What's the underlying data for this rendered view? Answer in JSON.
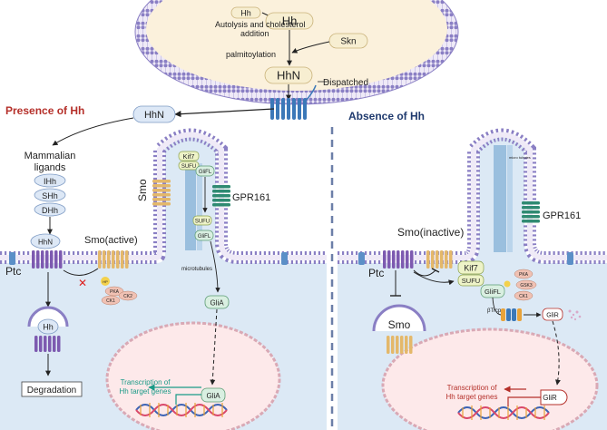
{
  "colors": {
    "membrane_outer": "#8a7fc4",
    "membrane_inner": "#efeaf7",
    "cytoplasm": "#dce9f5",
    "producing_cell": "#fbf1dc",
    "nucleus": "#fde9ea",
    "label_red": "#b5302a",
    "label_blue": "#1f3a6e",
    "arrow_teal": "#1a9a87",
    "arrow_red": "#b5302a",
    "pill_fill": "#f7eed1",
    "hhn_fill": "#dde8f6",
    "gli_fill": "#d9efe1"
  },
  "top": {
    "hh_small": "Hh",
    "autolysis": "Autolysis and cholesterol",
    "addition": "addition",
    "hh_big": "Hh",
    "skn": "Skn",
    "palmitoylation": "palmitoylation",
    "hhn": "HhN",
    "dispatched": "Dispatched"
  },
  "left": {
    "presence": "Presence of Hh",
    "hhn_free": "HhN",
    "ligands_line1": "Mammalian",
    "ligands_line2": "ligands",
    "ihh": "IHh",
    "shh": "SHh",
    "dhh": "DHh",
    "hhn_bound": "HhN",
    "ptc": "Ptc",
    "smo_active": "Smo(active)",
    "smo": "Smo",
    "kif7": "Kif7",
    "sufu": "SUFU",
    "gli_fl": "GliFL",
    "sufu2": "SUFU",
    "gli_fl2": "GliFL",
    "gpr161": "GPR161",
    "microtubules": "microtubules",
    "hh_vesicle": "Hh",
    "degradation": "Degradation",
    "gli_a": "GliA",
    "gli_a_nuc": "GliA",
    "transcription_line1": "Transcription of",
    "transcription_line2": "Hh target genes",
    "pka": "PKA",
    "ck1": "CK1",
    "ck2": "CK2",
    "hp": "HP"
  },
  "right": {
    "absence": "Absence of Hh",
    "smo_inactive": "Smo(inactive)",
    "ptc": "Ptc",
    "kif7": "Kif7",
    "sufu": "SUFU",
    "gli_fl": "GliFL",
    "pka": "PKA",
    "gsk3": "GSK3",
    "ck1": "CK1",
    "btrcp": "βTrcp",
    "gli_r": "GliR",
    "gli_r_nuc": "GliR",
    "gpr161": "GPR161",
    "smo_vesicle": "Smo",
    "micro_tubules": "micro tubules",
    "transcription_line1": "Transcription of",
    "transcription_line2": "Hh target genes"
  }
}
